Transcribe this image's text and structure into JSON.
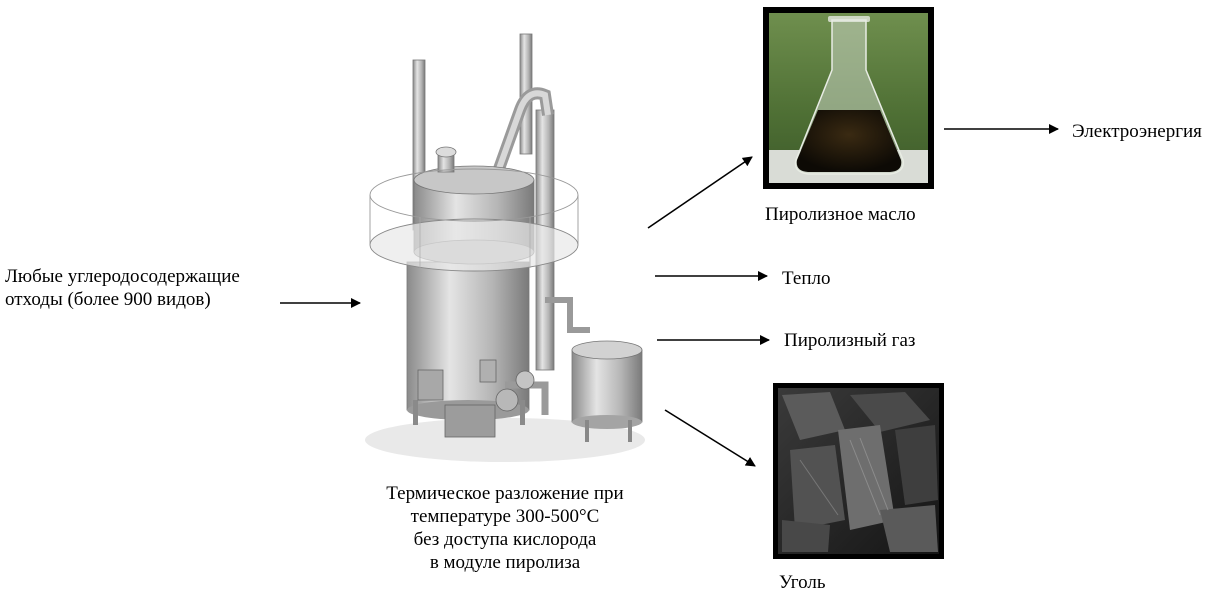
{
  "input": {
    "line1": "Любые углеродосодержащие",
    "line2": "отходы (более 900 видов)"
  },
  "process": {
    "line1": "Термическое разложение при",
    "line2": "температуре  300-500°С",
    "line3": "без доступа кислорода",
    "line4": "в модуле пиролиза"
  },
  "outputs": {
    "oil": "Пиролизное масло",
    "electricity": "Электроэнергия",
    "heat": "Тепло",
    "gas": "Пиролизный газ",
    "coal": "Уголь"
  }
}
